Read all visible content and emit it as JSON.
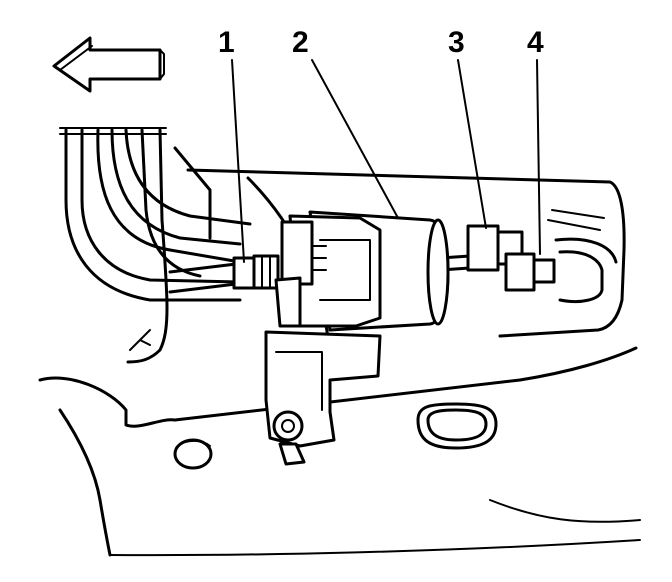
{
  "callouts": [
    {
      "id": "1",
      "label": "1"
    },
    {
      "id": "2",
      "label": "2"
    },
    {
      "id": "3",
      "label": "3"
    },
    {
      "id": "4",
      "label": "4"
    }
  ],
  "direction_arrow": {
    "icon": "left-arrow-icon",
    "points": "left"
  },
  "colors": {
    "line": "#000000",
    "background": "#ffffff"
  }
}
